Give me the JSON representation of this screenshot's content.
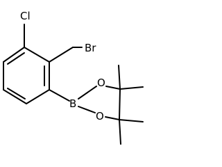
{
  "molecule": {
    "atoms": {
      "chlorine": "Cl",
      "bromine": "Br",
      "boron": "B",
      "oxygen_upper": "O",
      "oxygen_lower": "O"
    }
  }
}
